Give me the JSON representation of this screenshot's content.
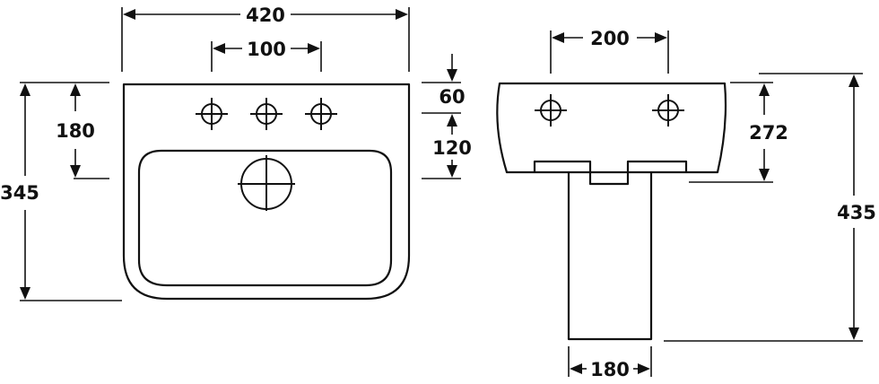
{
  "colors": {
    "line": "#111111",
    "background": "#ffffff"
  },
  "front_view": {
    "overall_width": "420",
    "tap_hole_centres": "100",
    "overall_depth": "345",
    "depth_to_bowl": "180",
    "rim_to_tap_holes": "60",
    "tap_holes_to_waste": "120"
  },
  "side_view": {
    "fixing_centres": "200",
    "basin_height": "272",
    "overall_height": "435",
    "pedestal_width": "180"
  }
}
